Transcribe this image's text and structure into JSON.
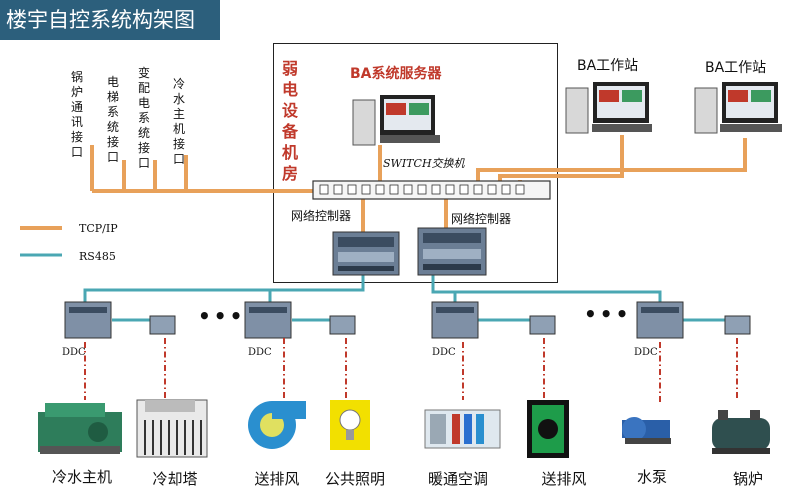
{
  "title": "楼宇自控系统构架图",
  "room_label": "弱电设备机房",
  "server_label": "BA系统服务器",
  "workstations": [
    "BA工作站",
    "BA工作站"
  ],
  "switch_label": "SWITCH交换机",
  "network_controllers": [
    "网络控制器",
    "网络控制器"
  ],
  "interfaces": [
    "锅炉通讯接口",
    "电梯系统接口",
    "变配电系统接口",
    "冷水主机接口"
  ],
  "legend": [
    {
      "name": "TCP/IP",
      "color": "#e8a15a"
    },
    {
      "name": "RS485",
      "color": "#4aa7b3"
    }
  ],
  "ddc_label": "DDC",
  "ellipsis": "•••",
  "equipment": [
    "冷水主机",
    "冷却塔",
    "送排风",
    "公共照明",
    "暖通空调",
    "送排风",
    "水泵",
    "锅炉"
  ],
  "colors": {
    "title_bg": "#2c5f7c",
    "tcp": "#e8a15a",
    "rs485": "#4aa7b3",
    "field": "#c0392b",
    "room_text": "#c0392b"
  }
}
